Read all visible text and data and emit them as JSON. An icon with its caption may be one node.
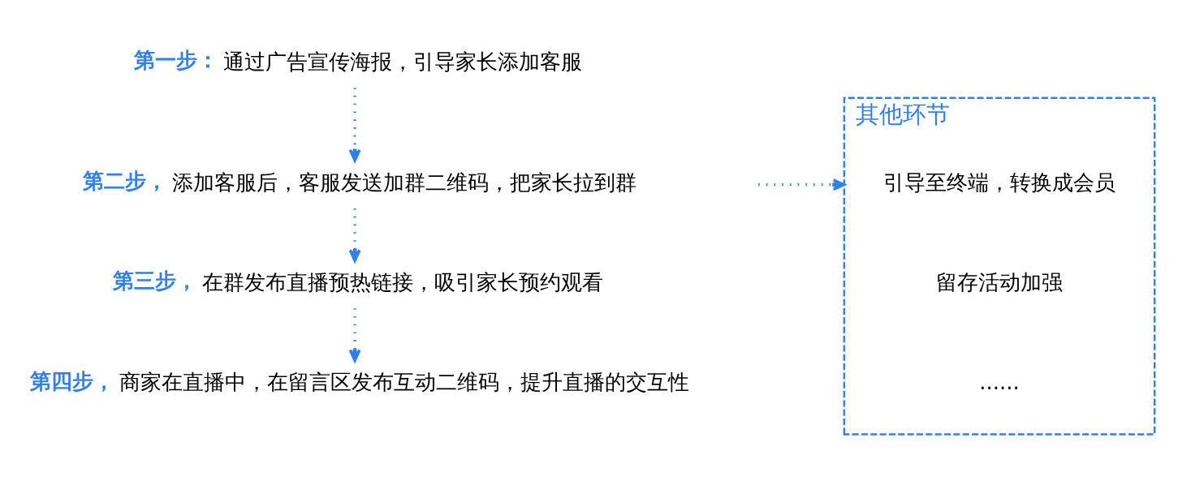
{
  "diagram": {
    "nodes": [
      {
        "text": [
          "第一步：",
          "通过广告宣传海报，引导家长添加客服"
        ]
      },
      {
        "text": [
          "第二步，",
          "添加客服后，客服发送加群二维码，把家长拉到群"
        ]
      },
      {
        "text": [
          "第三步，",
          "在群发布直播预热链接，吸引家长预约观看"
        ]
      },
      {
        "text": [
          "第四步，",
          "商家在直播中，在留言区发布互动二维码，提升直播的交互性"
        ]
      },
      {
        "text": [
          "其他环节"
        ]
      },
      {
        "text": [
          "引导至终端，转换成会员"
        ],
        "in": 4
      },
      {
        "text": [
          "留存活动加强"
        ],
        "in": 4
      },
      {
        "text": [
          "......"
        ],
        "in": 4
      }
    ],
    "edges": [
      {
        "from": 0,
        "to": 1,
        "arrow": "to"
      },
      {
        "from": 1,
        "to": 2,
        "arrow": "to"
      },
      {
        "from": 2,
        "to": 3,
        "arrow": "to"
      },
      {
        "from": null,
        "to": 4,
        "arrow": "to"
      }
    ]
  }
}
